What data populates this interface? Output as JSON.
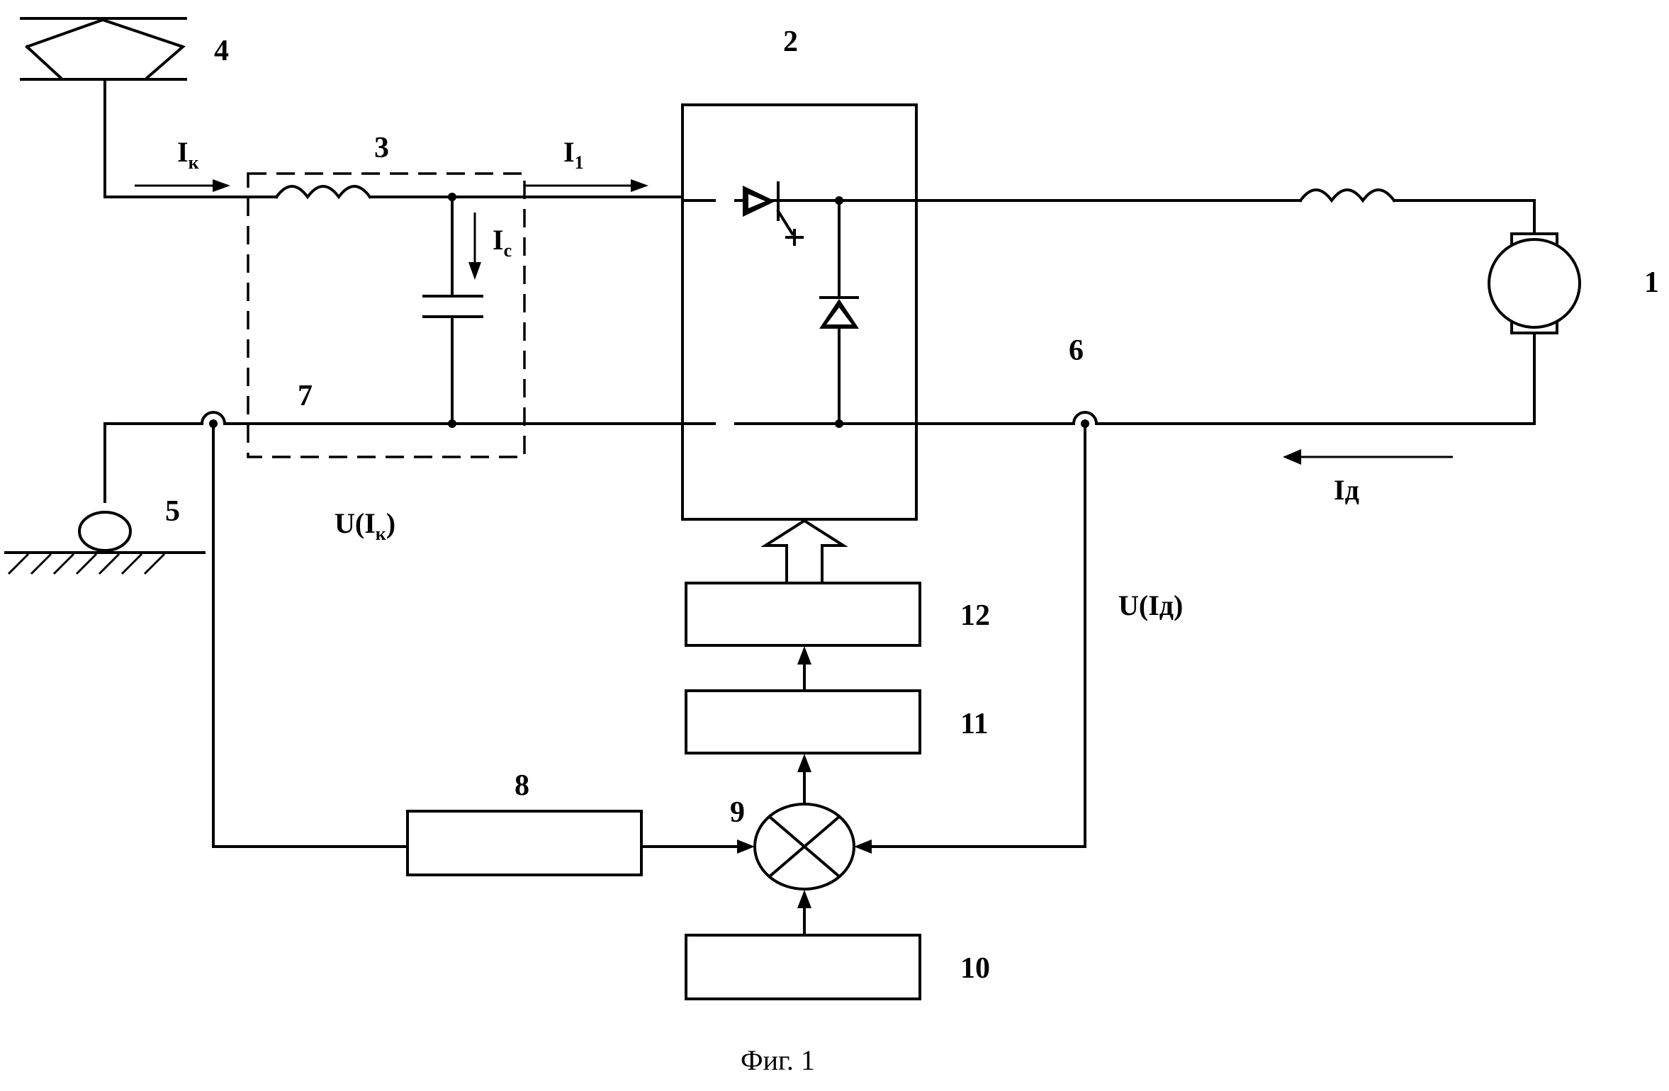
{
  "labels": {
    "motor": "1",
    "converter": "2",
    "filter": "3",
    "pantograph": "4",
    "wheel": "5",
    "current_sensor_motor": "6",
    "current_sensor_line": "7",
    "block_8": "8",
    "summator": "9",
    "block_10": "10",
    "block_11": "11",
    "block_12": "12"
  },
  "currents": {
    "line_current": {
      "main": "I",
      "sub": "к"
    },
    "converter_current": {
      "main": "I",
      "sub": "1"
    },
    "capacitor_current": {
      "main": "I",
      "sub": "c"
    },
    "motor_current": "Iд"
  },
  "signals": {
    "line_signal": {
      "open": "U(I",
      "sub": "к",
      "close": ")"
    },
    "motor_signal": "U(Iд)"
  },
  "caption": "Фиг. 1"
}
